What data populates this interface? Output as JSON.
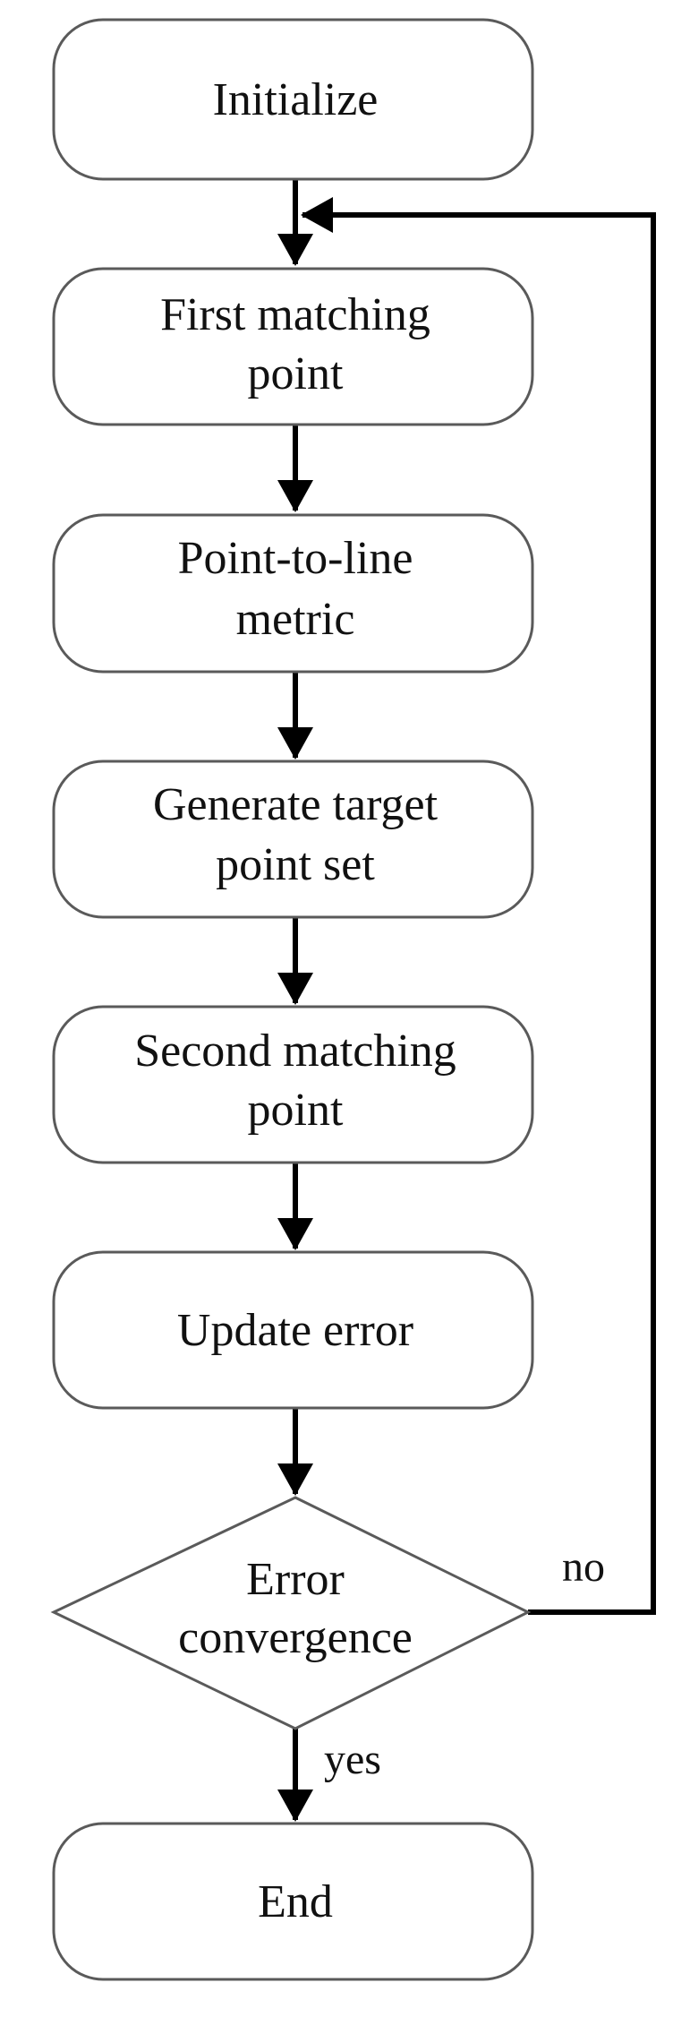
{
  "flowchart": {
    "nodes": [
      {
        "id": "initialize",
        "shape": "rounded-rect",
        "lines": [
          "Initialize"
        ]
      },
      {
        "id": "first-matching",
        "shape": "rounded-rect",
        "lines": [
          "First matching",
          "point"
        ]
      },
      {
        "id": "point-to-line",
        "shape": "rounded-rect",
        "lines": [
          "Point-to-line",
          "metric"
        ]
      },
      {
        "id": "generate-target",
        "shape": "rounded-rect",
        "lines": [
          "Generate target",
          "point set"
        ]
      },
      {
        "id": "second-matching",
        "shape": "rounded-rect",
        "lines": [
          "Second matching",
          "point"
        ]
      },
      {
        "id": "update-error",
        "shape": "rounded-rect",
        "lines": [
          "Update error"
        ]
      },
      {
        "id": "error-convergence",
        "shape": "diamond",
        "lines": [
          "Error",
          "convergence"
        ]
      },
      {
        "id": "end",
        "shape": "rounded-rect",
        "lines": [
          "End"
        ]
      }
    ],
    "edges": [
      {
        "from": "initialize",
        "to": "first-matching",
        "label": ""
      },
      {
        "from": "first-matching",
        "to": "point-to-line",
        "label": ""
      },
      {
        "from": "point-to-line",
        "to": "generate-target",
        "label": ""
      },
      {
        "from": "generate-target",
        "to": "second-matching",
        "label": ""
      },
      {
        "from": "second-matching",
        "to": "update-error",
        "label": ""
      },
      {
        "from": "update-error",
        "to": "error-convergence",
        "label": ""
      },
      {
        "from": "error-convergence",
        "to": "end",
        "label": "yes"
      },
      {
        "from": "error-convergence",
        "to": "first-matching",
        "label": "no"
      }
    ]
  }
}
